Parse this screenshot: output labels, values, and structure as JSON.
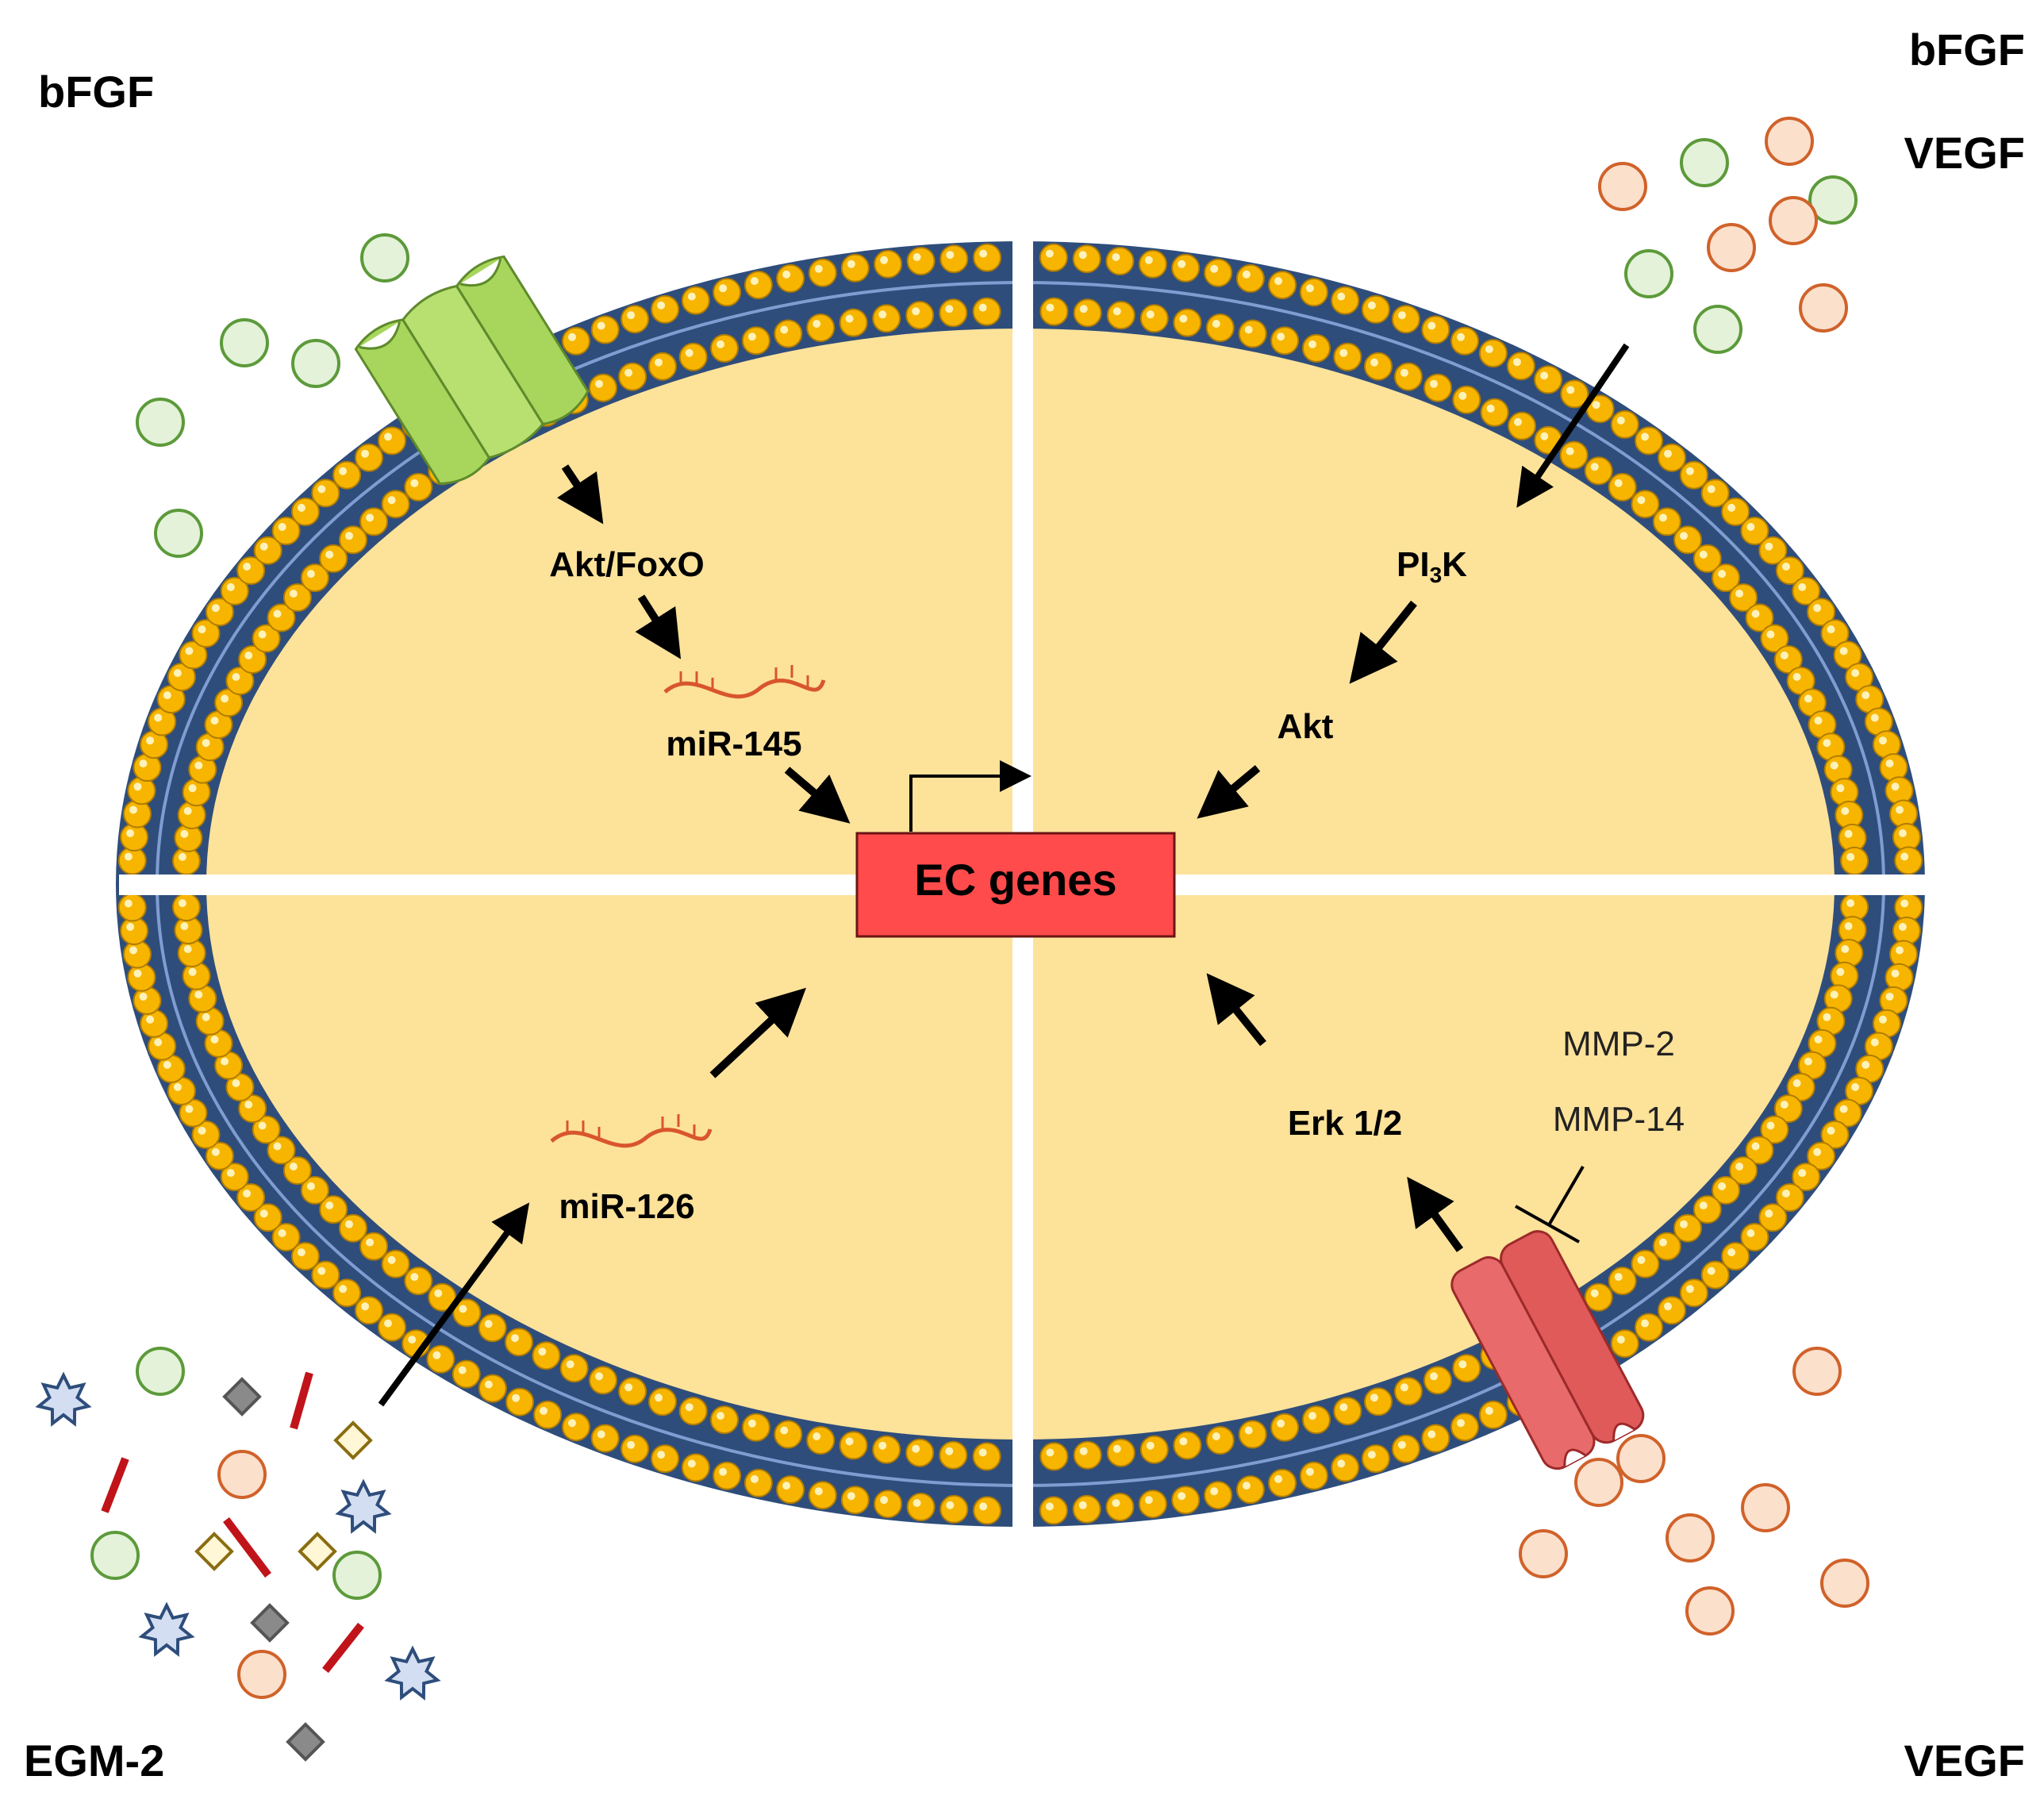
{
  "labels": {
    "top_left": "bFGF",
    "top_right_1": "bFGF",
    "top_right_2": "VEGF",
    "bottom_left": "EGM-2",
    "bottom_right": "VEGF",
    "akt_foxo": "Akt/FoxO",
    "mir145": "miR-145",
    "pi3k_main": "PI",
    "pi3k_sub": "3",
    "pi3k_end": "K",
    "akt": "Akt",
    "ec_genes": "EC genes",
    "mir126": "miR-126",
    "erk": "Erk 1/2",
    "mmp2": "MMP-2",
    "mmp14": "MMP-14"
  },
  "colors": {
    "cytoplasm": "#FDE29A",
    "membrane_core": "#2E4D7B",
    "lipid_head": "#F7B500",
    "lipid_head_edge": "#B07C00",
    "receptor_green": "#A8D65C",
    "receptor_red": "#E05A5A",
    "ec_box": "#FF4B4B",
    "bfgf_particle": "#5C9A3A",
    "vegf_particle": "#D0622A",
    "mirna": "#D9552C"
  }
}
